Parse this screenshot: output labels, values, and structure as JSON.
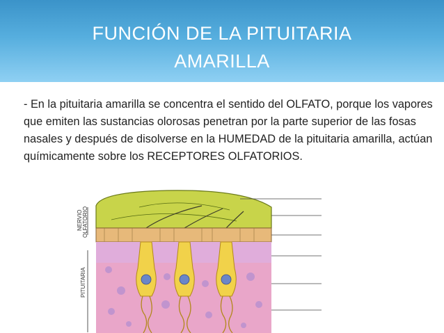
{
  "slide": {
    "title_line1": "FUNCIÓN DE LA PITUITARIA",
    "title_line2": "AMARILLA",
    "paragraph": "- En la pituitaria amarilla se concentra el sentido del OLFATO, porque los vapores que emiten las sustancias olorosas penetran por la parte superior de las fosas nasales y después de disolverse en la HUMEDAD de la pituitaria amarilla, actúan químicamente sobre los RECEPTORES OLFATORIOS."
  },
  "diagram": {
    "label_nervio": "NERVIO",
    "label_olfatorio": "OLFATORIO",
    "label_pituitaria": "PITUITARIA"
  },
  "colors": {
    "header_top": "#3b93c9",
    "header_bottom": "#8fd0f3",
    "bulb": "#c8d44a",
    "tissue": "#e9a6c9",
    "cells": "#f1d24a"
  }
}
